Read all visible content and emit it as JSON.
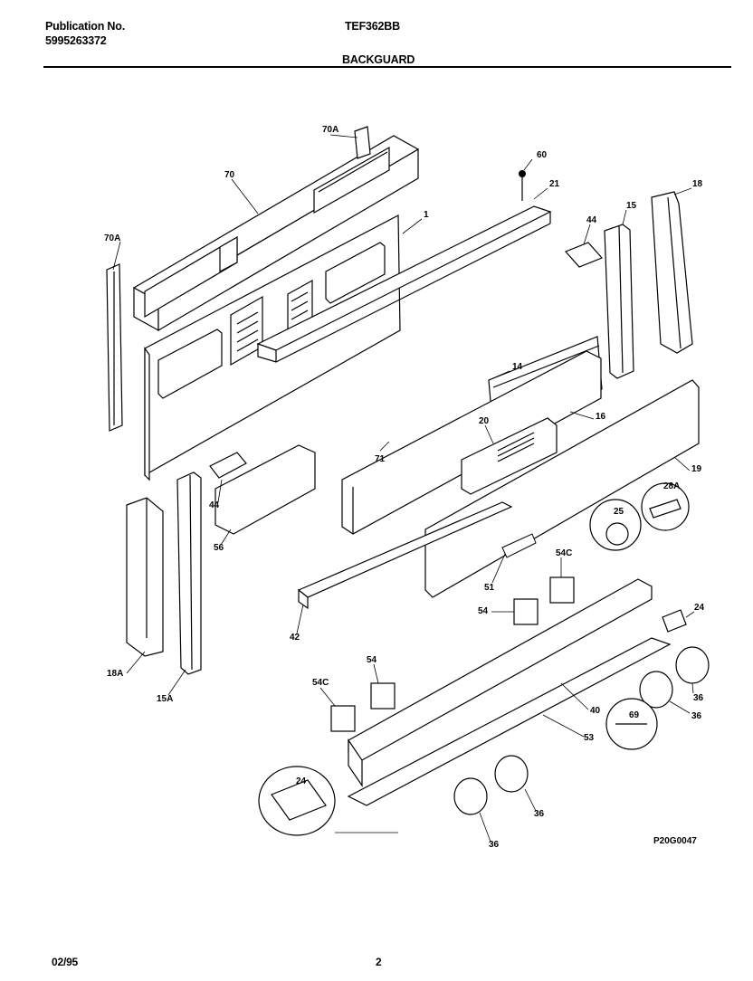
{
  "header": {
    "publication_label": "Publication No.",
    "publication_number": "5995263372",
    "model": "TEF362BB",
    "section": "BACKGUARD"
  },
  "callouts": {
    "c70A_top": "70A",
    "c70": "70",
    "c70A_left": "70A",
    "c60": "60",
    "c21": "21",
    "c1": "1",
    "c18": "18",
    "c15_right": "15",
    "c44_right": "44",
    "c14": "14",
    "c16": "16",
    "c20": "20",
    "c71": "71",
    "c19": "19",
    "c28A": "28A",
    "c44_left": "44",
    "c56": "56",
    "c25": "25",
    "c54C_right": "54C",
    "c51": "51",
    "c54_right": "54",
    "c24_right": "24",
    "c42": "42",
    "c18A": "18A",
    "c15A": "15A",
    "c54_left": "54",
    "c54C_left": "54C",
    "c36_a": "36",
    "c36_b": "36",
    "c40": "40",
    "c69": "69",
    "c53": "53",
    "c24_inset": "24",
    "c36_c": "36",
    "c36_d": "36"
  },
  "drawing_code": "P20G0047",
  "footer": {
    "date": "02/95",
    "page": "2"
  }
}
